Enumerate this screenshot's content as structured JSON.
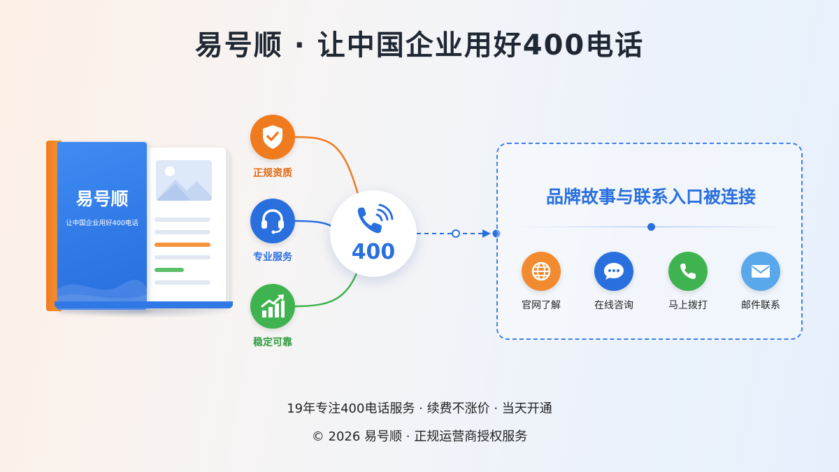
{
  "title": "易号顺 · 让中国企业用好400电话",
  "book": {
    "name": "易号顺",
    "slogan": "让中国企业用好400电话",
    "colors": {
      "cover": "#2f78e6",
      "spine": "#f07a1e"
    },
    "image_icon": "image-placeholder-icon"
  },
  "features": [
    {
      "label": "正规资质",
      "icon": "shield-check-icon",
      "color": "#f07a1e"
    },
    {
      "label": "专业服务",
      "icon": "headset-icon",
      "color": "#2a6fde"
    },
    {
      "label": "稳定可靠",
      "icon": "growth-chart-icon",
      "color": "#3fb34f"
    }
  ],
  "hub": {
    "number": "400",
    "icon": "phone-ringing-icon"
  },
  "panel": {
    "title": "品牌故事与联系入口被连接",
    "contacts": [
      {
        "label": "官网了解",
        "icon": "globe-icon",
        "color": "#f07a1e"
      },
      {
        "label": "在线咨询",
        "icon": "chat-bubble-icon",
        "color": "#2a6fde"
      },
      {
        "label": "马上拨打",
        "icon": "phone-icon",
        "color": "#3fb34f"
      },
      {
        "label": "邮件联系",
        "icon": "mail-icon",
        "color": "#5aa8ec"
      }
    ]
  },
  "footer": {
    "line1": "19年专注400电话服务 · 续费不涨价 · 当天开通",
    "line2": "© 2026 易号顺 · 正规运营商授权服务"
  }
}
